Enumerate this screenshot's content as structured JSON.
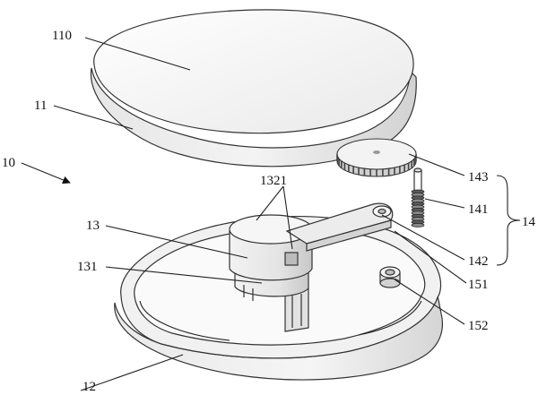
{
  "labels": {
    "l110": "110",
    "l11": "11",
    "l10": "10",
    "l1321": "1321",
    "l13": "13",
    "l131": "131",
    "l12": "12",
    "l143": "143",
    "l141": "141",
    "l14": "14",
    "l142": "142",
    "l151": "151",
    "l152": "152"
  },
  "colors": {
    "ink": "#222222",
    "face_light": "#f4f4f4",
    "face_mid": "#e3e3e3",
    "face_dark": "#c9c9c9"
  }
}
